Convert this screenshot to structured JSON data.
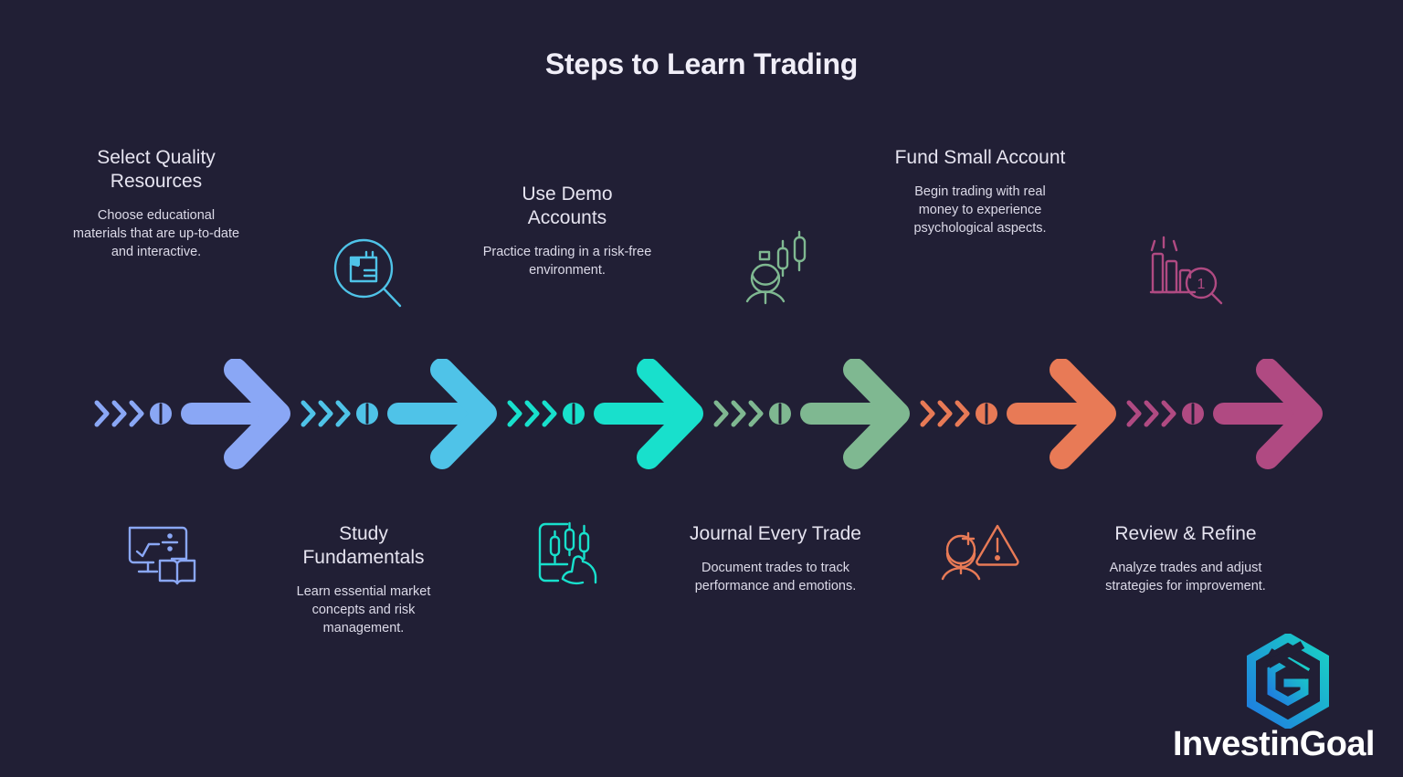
{
  "page": {
    "title": "Steps to Learn Trading",
    "background_color": "#211f35",
    "heading_color": "#e6e4f0",
    "body_color": "#dcdae8"
  },
  "steps": [
    {
      "index": 1,
      "position": "top",
      "heading": "Select Quality Resources",
      "body": "Choose educational materials that are up-to-date and interactive.",
      "icon": "document-magnifier-icon",
      "color": "#8aa7f5"
    },
    {
      "index": 2,
      "position": "bottom",
      "heading": "Study Fundamentals",
      "body": "Learn essential market concepts and risk management.",
      "icon": "whiteboard-book-icon",
      "color": "#4fc3e8"
    },
    {
      "index": 3,
      "position": "top",
      "heading": "Use Demo Accounts",
      "body": "Practice trading in a risk-free environment.",
      "icon": "trader-candlestick-icon",
      "color": "#18e0cc"
    },
    {
      "index": 4,
      "position": "bottom",
      "heading": "Journal Every Trade",
      "body": "Document trades to track performance and emotions.",
      "icon": "mobile-chart-hand-icon",
      "color": "#7fb891"
    },
    {
      "index": 5,
      "position": "top",
      "heading": "Fund Small Account",
      "body": "Begin trading with real money to experience psychological aspects.",
      "icon": "trader-warning-icon",
      "color": "#e87a56"
    },
    {
      "index": 6,
      "position": "bottom",
      "heading": "Review & Refine",
      "body": "Analyze trades and adjust strategies for improvement.",
      "icon": "bar-chart-magnifier-icon",
      "color": "#b04a82"
    }
  ],
  "icons": {
    "top_row": [
      {
        "name": "document-magnifier-icon",
        "color": "#4fc3e8"
      },
      {
        "name": "trader-candlestick-icon",
        "color": "#7fb891"
      },
      {
        "name": "bar-chart-magnifier-icon",
        "color": "#b04a82"
      }
    ],
    "bottom_row": [
      {
        "name": "whiteboard-book-icon",
        "color": "#8aa7f5"
      },
      {
        "name": "mobile-chart-hand-icon",
        "color": "#18e0cc"
      },
      {
        "name": "trader-warning-icon",
        "color": "#e87a56"
      }
    ]
  },
  "arrows": [
    {
      "index": 1,
      "color": "#8aa7f5"
    },
    {
      "index": 2,
      "color": "#4fc3e8"
    },
    {
      "index": 3,
      "color": "#18e0cc"
    },
    {
      "index": 4,
      "color": "#7fb891"
    },
    {
      "index": 5,
      "color": "#e87a56"
    },
    {
      "index": 6,
      "color": "#b04a82"
    }
  ],
  "logo": {
    "wordmark": "InvestinGoal",
    "mark_gradient_start": "#1f7ae0",
    "mark_gradient_end": "#19d3c5"
  }
}
